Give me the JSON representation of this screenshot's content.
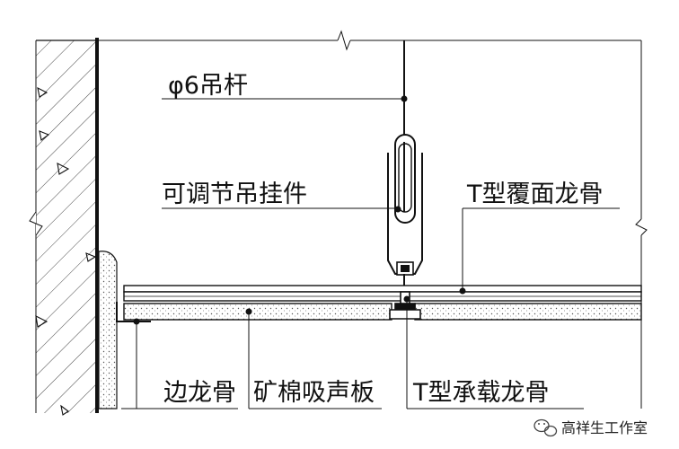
{
  "labels": {
    "hanger_rod": "φ6吊杆",
    "adjustable_hanger": "可调节吊挂件",
    "t_cover_keel": "T型覆面龙骨",
    "edge_keel": "边龙骨",
    "mineral_wool_board": "矿棉吸声板",
    "t_main_keel": "T型承载龙骨"
  },
  "watermark": {
    "text": "高祥生工作室",
    "icon": "wechat-icon"
  },
  "colors": {
    "line": "#111111",
    "board_fill": "#f2f2f2",
    "background": "#ffffff"
  }
}
